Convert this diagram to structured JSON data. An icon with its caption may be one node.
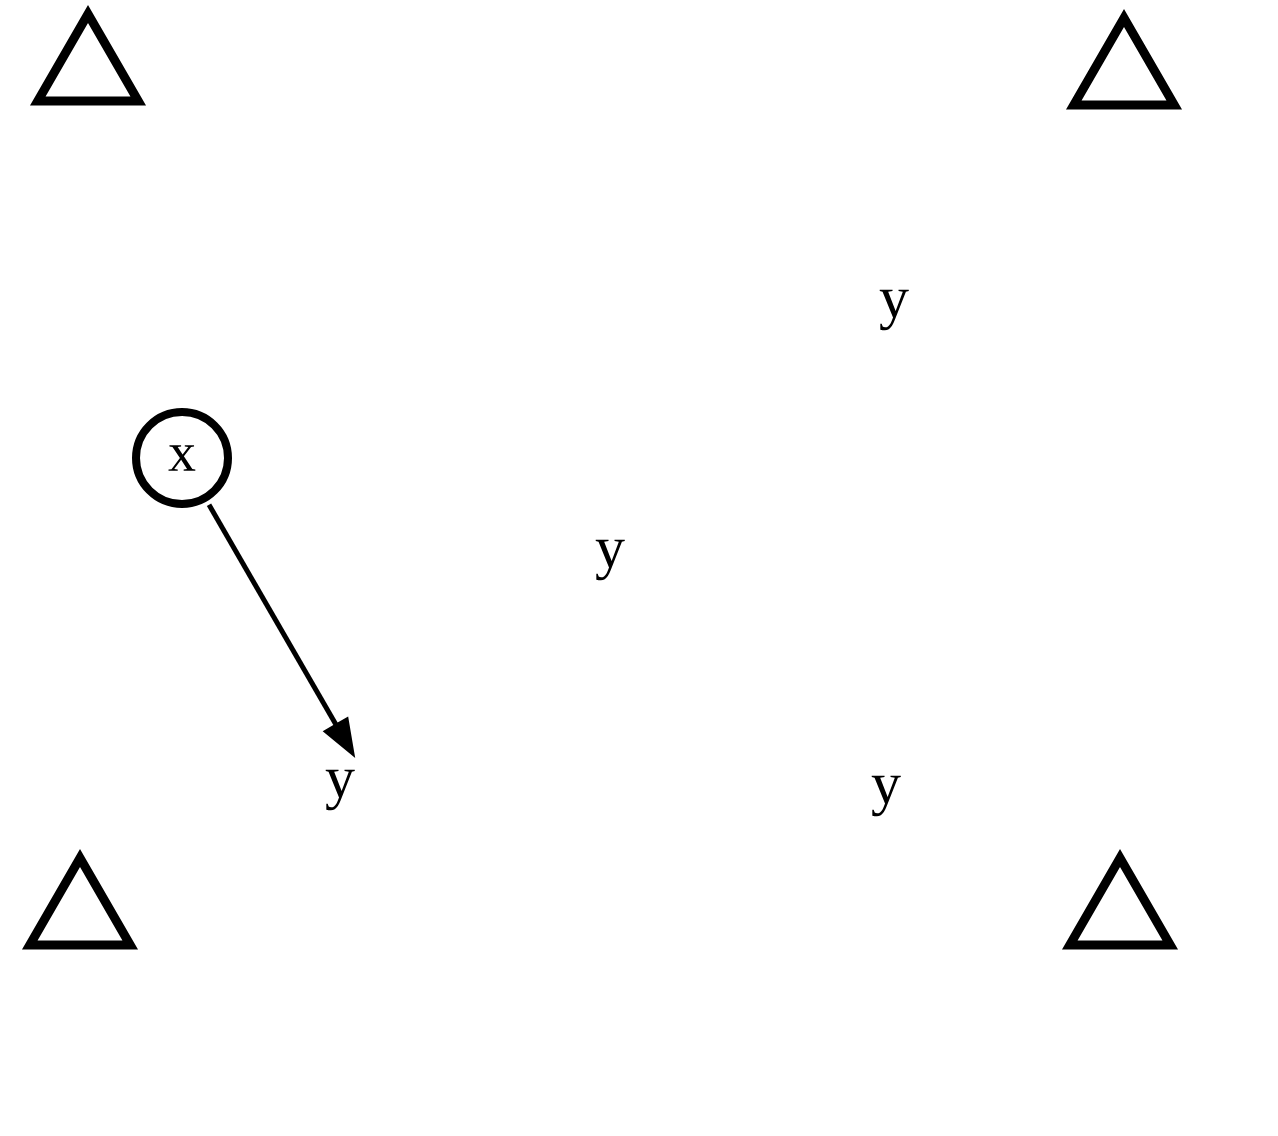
{
  "diagram": {
    "nodes": [
      {
        "text": [],
        "shape": "triangle"
      },
      {
        "text": [],
        "shape": "triangle"
      },
      {
        "text": [
          "y"
        ]
      },
      {
        "text": [
          "x"
        ]
      },
      {
        "text": [
          "y"
        ]
      },
      {
        "text": [
          "y"
        ]
      },
      {
        "text": [
          "y"
        ]
      },
      {
        "text": [],
        "shape": "triangle"
      },
      {
        "text": [],
        "shape": "triangle"
      }
    ],
    "edges": [
      {
        "from": 3,
        "to": 5,
        "arrow": "to"
      }
    ]
  }
}
